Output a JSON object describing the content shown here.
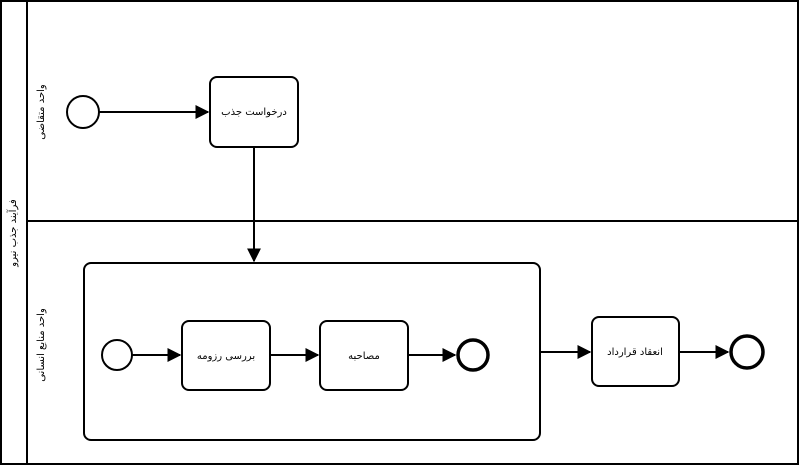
{
  "pool": {
    "label": "فرآیند جذب نیرو"
  },
  "lanes": [
    {
      "id": "requester",
      "label": "واحد متقاضی"
    },
    {
      "id": "hr",
      "label": "واحد منابع انسانی"
    }
  ],
  "tasks": {
    "request": "درخواست جذب",
    "review": "بررسی رزومه",
    "interview": "مصاحبه",
    "contract": "انعقاد قرارداد"
  },
  "events": {
    "start_main": "start-event",
    "start_sub": "start-event",
    "end_sub": "end-event",
    "end_main": "end-event"
  },
  "colors": {
    "stroke": "#000000",
    "fill": "#ffffff"
  }
}
